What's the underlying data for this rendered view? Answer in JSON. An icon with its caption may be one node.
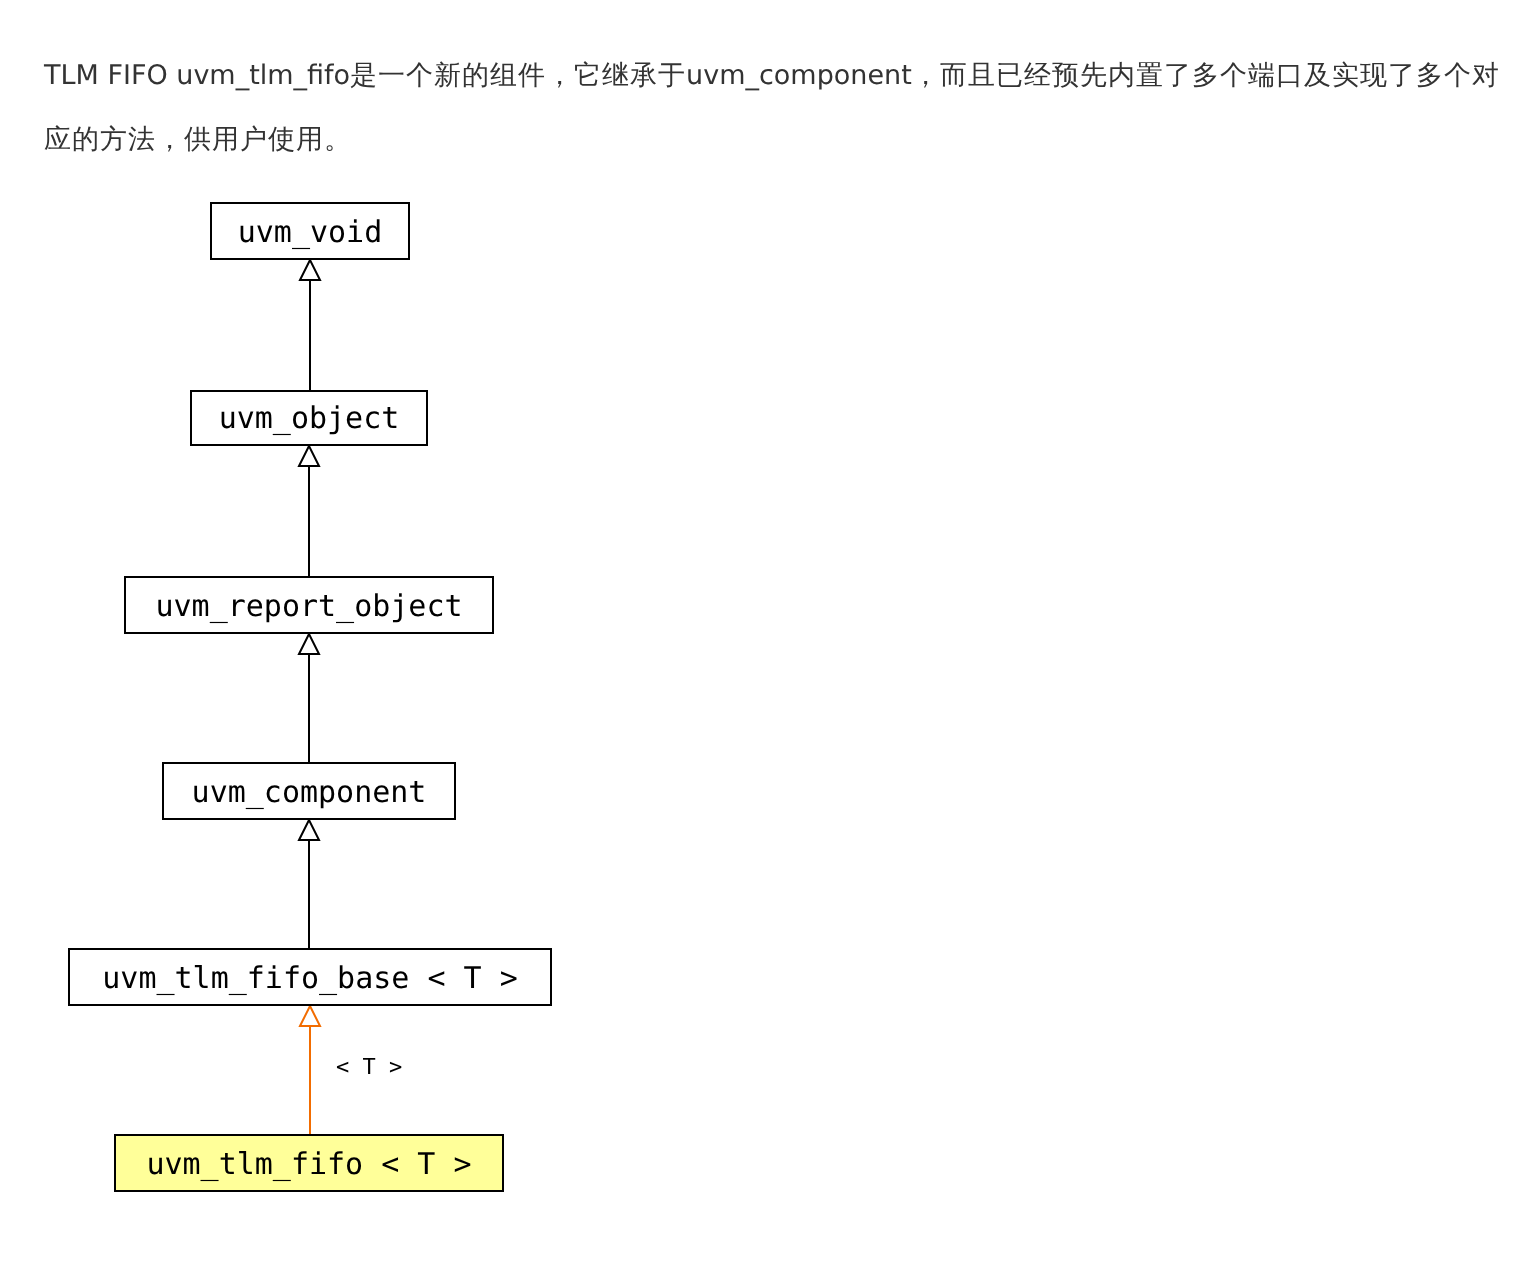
{
  "diagram": {
    "nodes": [
      {
        "text": [
          "uvm_void"
        ]
      },
      {
        "text": [
          "uvm_object"
        ]
      },
      {
        "text": [
          "uvm_report_object"
        ]
      },
      {
        "text": [
          "uvm_component"
        ]
      },
      {
        "text": [
          "uvm_tlm_fifo_base < T >"
        ]
      },
      {
        "text": [
          "uvm_tlm_fifo < T >"
        ]
      }
    ],
    "edges": [
      {
        "from": 1,
        "to": 0,
        "arrow": "to"
      },
      {
        "from": 2,
        "to": 1,
        "arrow": "to"
      },
      {
        "from": 3,
        "to": 2,
        "arrow": "to"
      },
      {
        "from": 4,
        "to": 3,
        "arrow": "to"
      },
      {
        "from": 5,
        "to": 4,
        "arrow": "to",
        "label": "< T >",
        "color": "#f26c00"
      }
    ],
    "labels": [
      "TLM FIFO uvm_tlm_fifo是一个新的组件，它继承于uvm_component，而且已经预先内置了多个端口及实现了多个对应的方法，供用户使用。"
    ]
  }
}
